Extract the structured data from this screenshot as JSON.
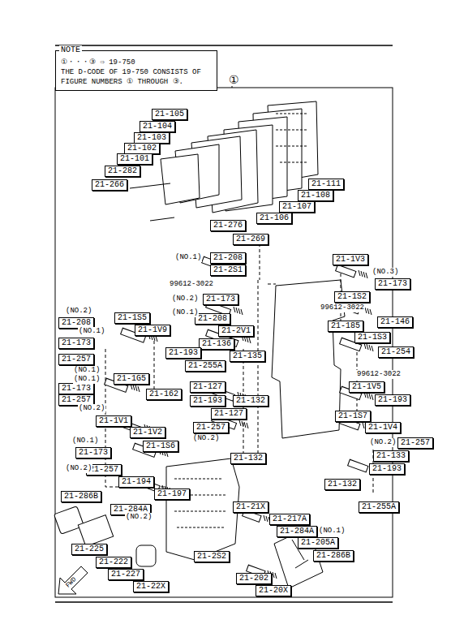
{
  "diagram": {
    "nodes": [
      {
        "text": [
          "NOTE",
          "①・・・③ ⇨ 19-750",
          "THE D-CODE OF 19-750 CONSISTS OF FIGURE NUMBERS ① THROUGH ③."
        ]
      },
      {
        "text": [
          "21-105"
        ]
      },
      {
        "text": [
          "21-104"
        ]
      },
      {
        "text": [
          "21-103"
        ]
      },
      {
        "text": [
          "21-102"
        ]
      },
      {
        "text": [
          "21-101"
        ]
      },
      {
        "text": [
          "21-282"
        ]
      },
      {
        "text": [
          "21-266"
        ]
      },
      {
        "text": [
          "21-111"
        ]
      },
      {
        "text": [
          "21-108"
        ]
      },
      {
        "text": [
          "21-107"
        ]
      },
      {
        "text": [
          "21-106"
        ]
      },
      {
        "text": [
          "21-276"
        ]
      },
      {
        "text": [
          "21-269"
        ]
      },
      {
        "text": [
          "21-208"
        ]
      },
      {
        "text": [
          "21-2S1"
        ]
      },
      {
        "text": [
          "21-173"
        ]
      },
      {
        "text": [
          "21-208"
        ]
      },
      {
        "text": [
          "21-2V1"
        ]
      },
      {
        "text": [
          "21-136"
        ]
      },
      {
        "text": [
          "21-193"
        ]
      },
      {
        "text": [
          "21-135"
        ]
      },
      {
        "text": [
          "21-255A"
        ]
      },
      {
        "text": [
          "21-127"
        ]
      },
      {
        "text": [
          "21-193"
        ]
      },
      {
        "text": [
          "21-132"
        ]
      },
      {
        "text": [
          "21-127"
        ]
      },
      {
        "text": [
          "21-257"
        ]
      },
      {
        "text": [
          "21-132"
        ]
      },
      {
        "text": [
          "21-208"
        ]
      },
      {
        "text": [
          "21-1S5"
        ]
      },
      {
        "text": [
          "21-1V9"
        ]
      },
      {
        "text": [
          "21-173"
        ]
      },
      {
        "text": [
          "21-257"
        ]
      },
      {
        "text": [
          "21-1G5"
        ]
      },
      {
        "text": [
          "21-173"
        ]
      },
      {
        "text": [
          "21-162"
        ]
      },
      {
        "text": [
          "21-257"
        ]
      },
      {
        "text": [
          "21-1V1"
        ]
      },
      {
        "text": [
          "21-1V2"
        ]
      },
      {
        "text": [
          "21-173"
        ]
      },
      {
        "text": [
          "21-1S6"
        ]
      },
      {
        "text": [
          "21-257"
        ]
      },
      {
        "text": [
          "21-194"
        ]
      },
      {
        "text": [
          "21-197"
        ]
      },
      {
        "text": [
          "21-286B"
        ]
      },
      {
        "text": [
          "21-284A"
        ]
      },
      {
        "text": [
          "21-225"
        ]
      },
      {
        "text": [
          "21-222"
        ]
      },
      {
        "text": [
          "21-227"
        ]
      },
      {
        "text": [
          "21-22X"
        ]
      },
      {
        "text": [
          "21-1V3"
        ]
      },
      {
        "text": [
          "21-173"
        ]
      },
      {
        "text": [
          "21-1S2"
        ]
      },
      {
        "text": [
          "21-146"
        ]
      },
      {
        "text": [
          "21-185"
        ]
      },
      {
        "text": [
          "21-1S3"
        ]
      },
      {
        "text": [
          "21-254"
        ]
      },
      {
        "text": [
          "21-1V5"
        ]
      },
      {
        "text": [
          "21-193"
        ]
      },
      {
        "text": [
          "21-1S7"
        ]
      },
      {
        "text": [
          "21-1V4"
        ]
      },
      {
        "text": [
          "21-257"
        ]
      },
      {
        "text": [
          "21-133"
        ]
      },
      {
        "text": [
          "21-193"
        ]
      },
      {
        "text": [
          "21-132"
        ]
      },
      {
        "text": [
          "21-255A"
        ]
      },
      {
        "text": [
          "21-21X"
        ]
      },
      {
        "text": [
          "21-217A"
        ]
      },
      {
        "text": [
          "21-284A"
        ]
      },
      {
        "text": [
          "21-205A"
        ]
      },
      {
        "text": [
          "21-286B"
        ]
      },
      {
        "text": [
          "21-2S2"
        ]
      },
      {
        "text": [
          "21-202"
        ]
      },
      {
        "text": [
          "21-20X"
        ]
      }
    ],
    "labels": [
      "①",
      "(NO.1)",
      "99612-3022",
      "(NO.2)",
      "(NO.1)",
      "(NO.2)",
      "(NO.2)",
      "(NO.1)",
      "(NO.1)",
      "(NO.1)",
      "(NO.2)",
      "(NO.1)",
      "(NO.2)",
      "(NO.2)",
      "(NO.3)",
      "99612-3022",
      "99612-3022",
      "(NO.2)",
      "(NO.1)",
      "FWD"
    ]
  }
}
